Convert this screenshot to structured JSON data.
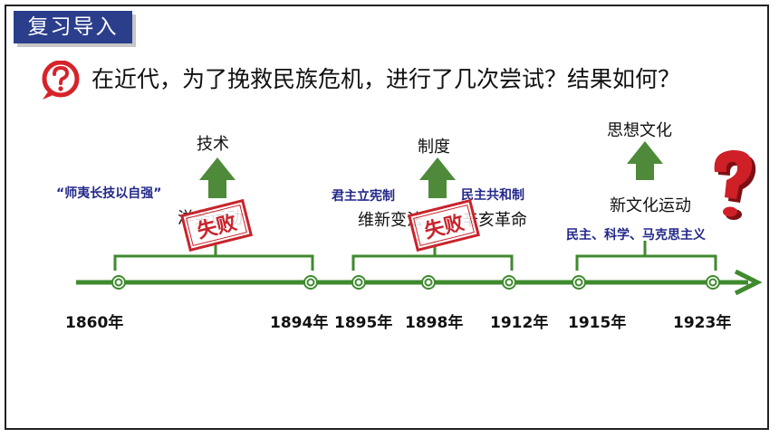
{
  "header": {
    "badge_label": "复习导入"
  },
  "question": "在近代，为了挽救民族危机，进行了几次尝试？结果如何？",
  "categories": {
    "tech": "技术",
    "system": "制度",
    "culture": "思想文化"
  },
  "movements": {
    "westernization": "洋务运动",
    "reform": "维新变法",
    "revolution": "辛亥革命",
    "new_culture": "新文化运动"
  },
  "slogans": {
    "westernization": "“师夷长技以自强”",
    "reform": "君主立宪制",
    "revolution": "民主共和制",
    "new_culture": "民主、科学、马克思主义"
  },
  "stamps": {
    "westernization": "失败",
    "reform": "失败"
  },
  "years": [
    "1860年",
    "1894年",
    "1895年",
    "1898年",
    "1912年",
    "1915年",
    "1923年"
  ],
  "colors": {
    "badge": "#2a3e8c",
    "timeline": "#3f8a2e",
    "arrow": "#4e8a3a",
    "stamp": "#c8232c",
    "slogan": "#22288a",
    "question_icon": "#d6232a"
  }
}
